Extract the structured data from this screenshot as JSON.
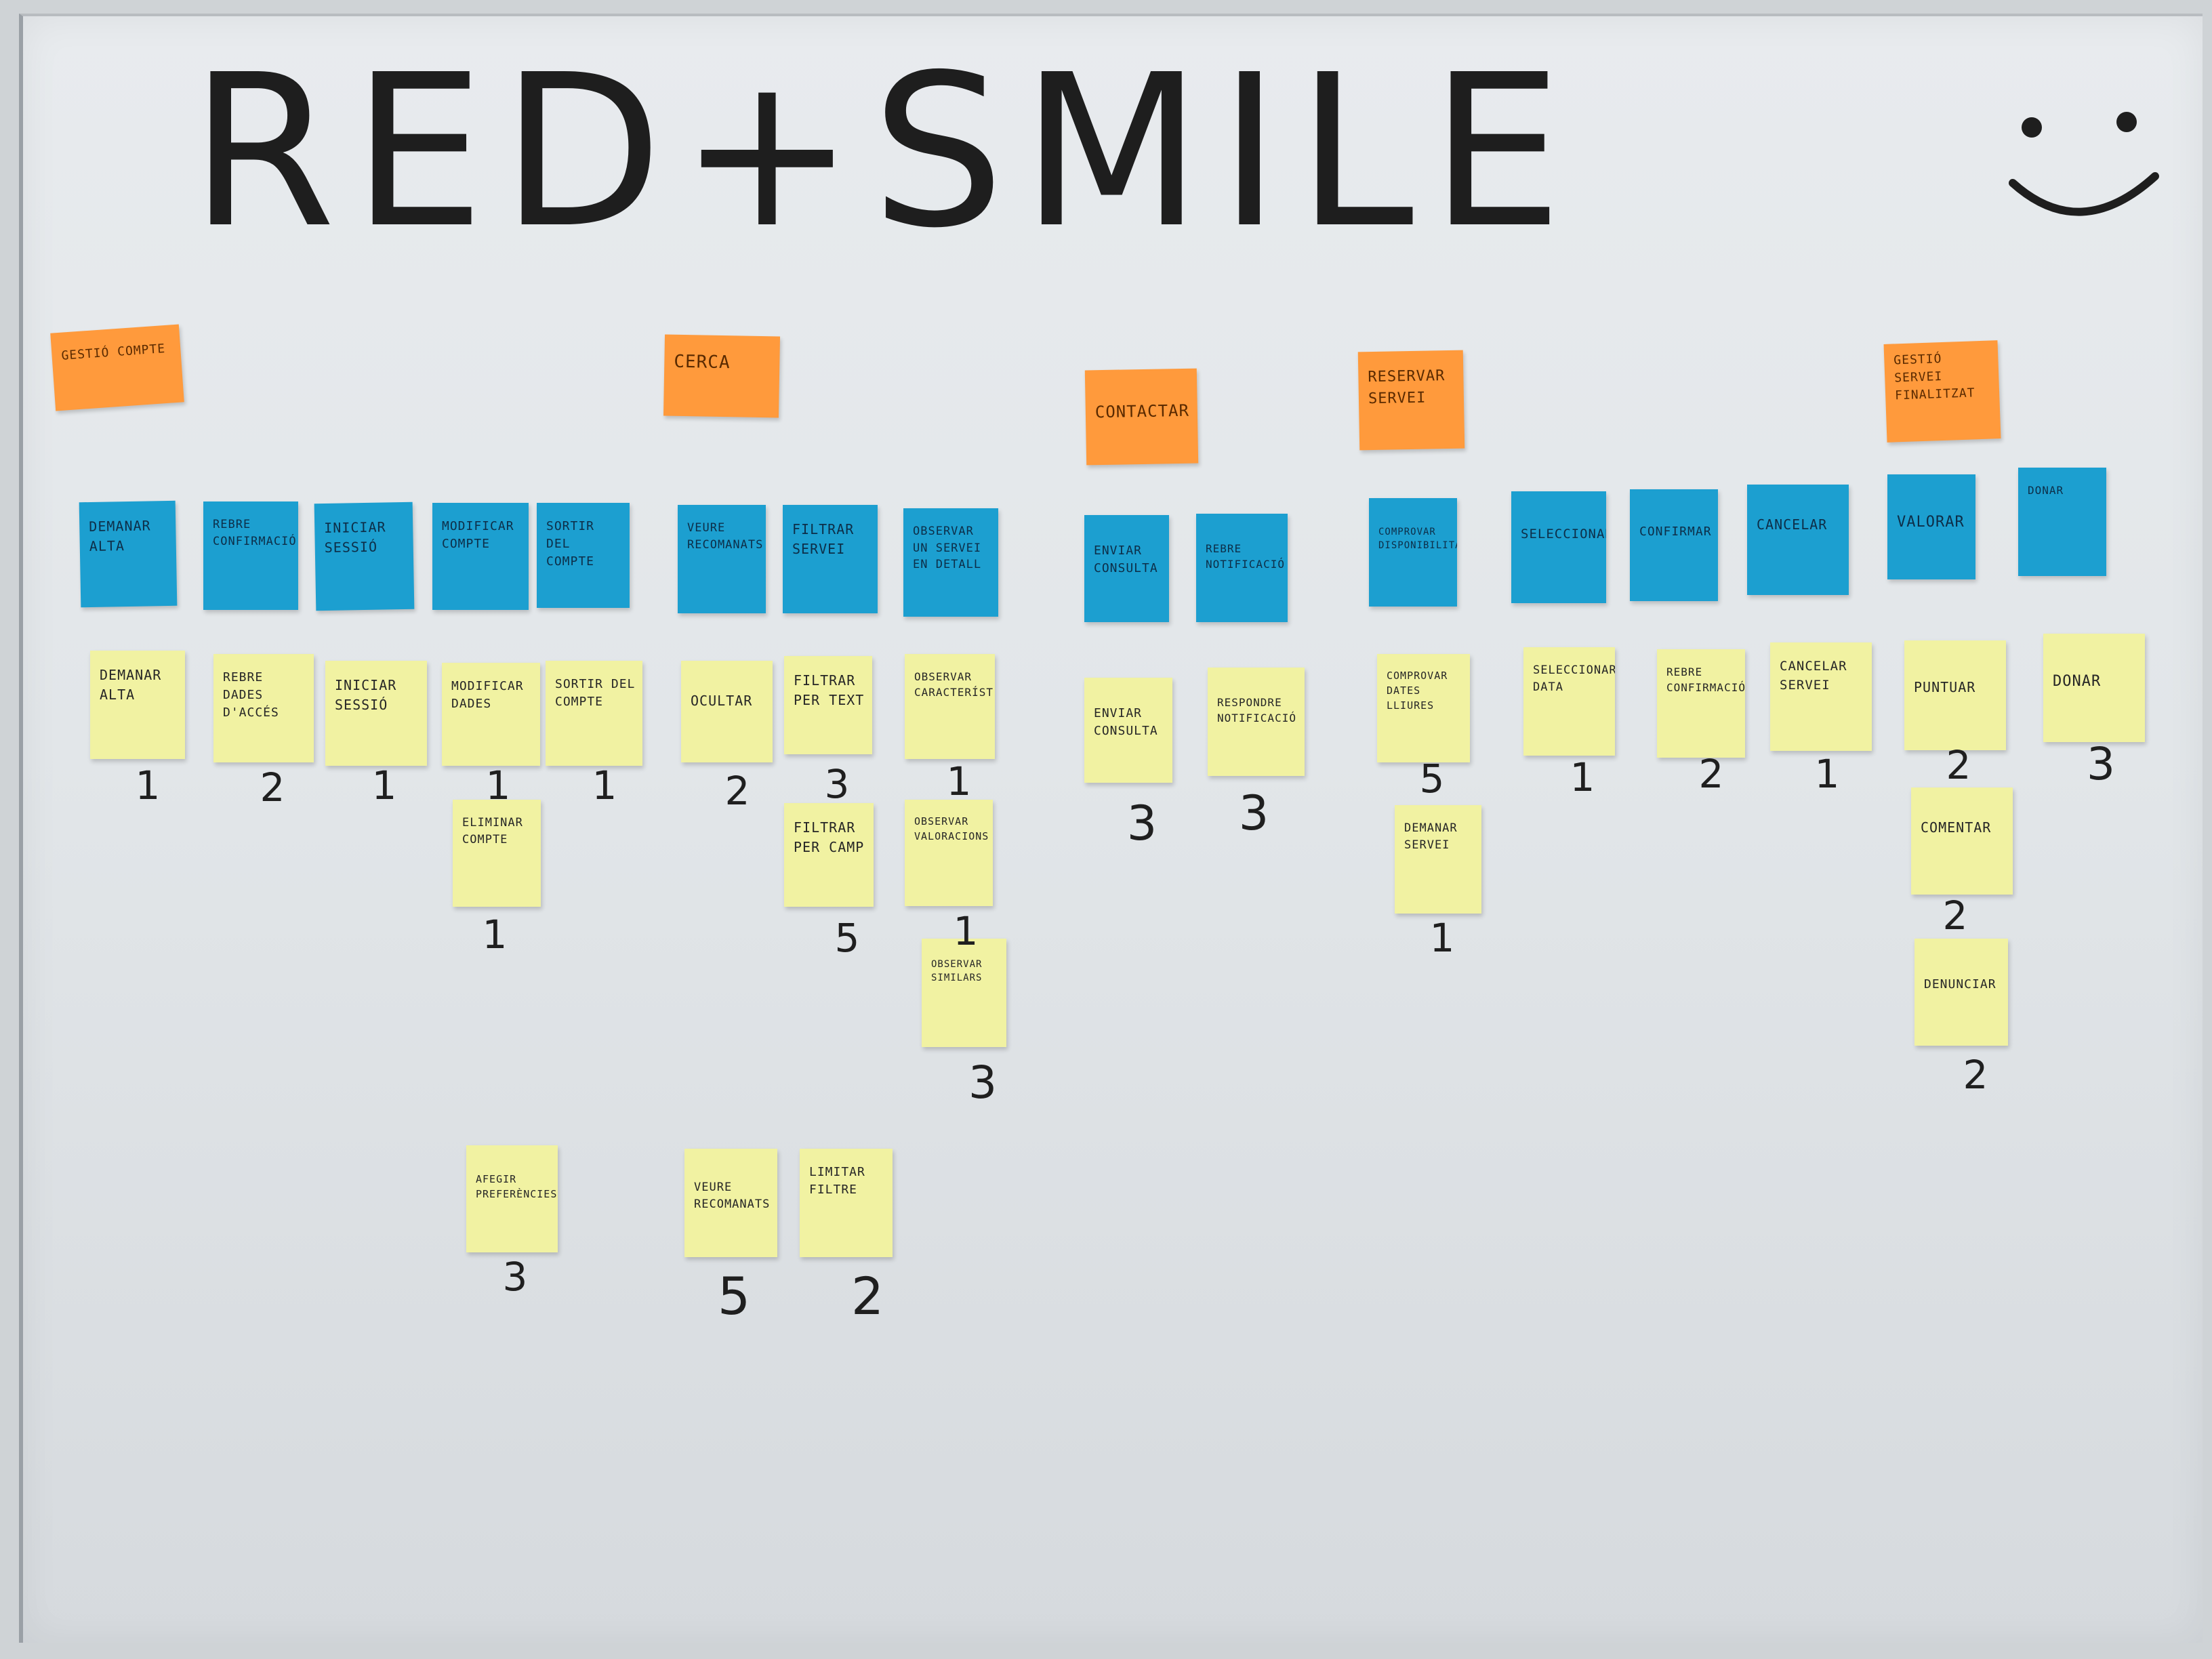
{
  "title": "RED+SMILE",
  "smiley_icon": "smiley-face-icon",
  "categories": [
    "GESTIÓ COMPTE",
    "CERCA",
    "CONTACTAR",
    "RESERVAR SERVEI",
    "GESTIÓ SERVEI FINALITZAT"
  ],
  "activities": [
    "DEMANAR ALTA",
    "REBRE CONFIRMACIÓ",
    "INICIAR SESSIÓ",
    "MODIFICAR COMPTE",
    "SORTIR DEL COMPTE",
    "VEURE RECOMANATS",
    "FILTRAR SERVEI",
    "OBSERVAR UN SERVEI EN DETALL",
    "ENVIAR CONSULTA",
    "REBRE NOTIFICACIÓ",
    "COMPROVAR DISPONIBILITAT",
    "SELECCIONAR",
    "CONFIRMAR",
    "CANCELAR",
    "VALORAR",
    "DONAR"
  ],
  "tasks": [
    {
      "label": "DEMANAR ALTA",
      "priority": "1"
    },
    {
      "label": "REBRE DADES D'ACCÉS",
      "priority": "2"
    },
    {
      "label": "INICIAR SESSIÓ",
      "priority": "1"
    },
    {
      "label": "MODIFICAR DADES",
      "priority": "1"
    },
    {
      "label": "SORTIR DEL COMPTE",
      "priority": "1"
    },
    {
      "label": "OCULTAR",
      "priority": "2"
    },
    {
      "label": "FILTRAR PER TEXT",
      "priority": "3"
    },
    {
      "label": "OBSERVAR CARACTERÍST.",
      "priority": "1"
    },
    {
      "label": "ENVIAR CONSULTA",
      "priority": "3"
    },
    {
      "label": "RESPONDRE NOTIFICACIÓ",
      "priority": "3"
    },
    {
      "label": "COMPROVAR DATES LLIURES",
      "priority": "5"
    },
    {
      "label": "SELECCIONAR DATA",
      "priority": "1"
    },
    {
      "label": "REBRE CONFIRMACIÓ",
      "priority": "2"
    },
    {
      "label": "CANCELAR SERVEI",
      "priority": "1"
    },
    {
      "label": "PUNTUAR",
      "priority": "2"
    },
    {
      "label": "DONAR",
      "priority": "3"
    },
    {
      "label": "ELIMINAR COMPTE",
      "priority": "1"
    },
    {
      "label": "FILTRAR PER CAMP",
      "priority": "5"
    },
    {
      "label": "OBSERVAR VALORACIONS",
      "priority": "1"
    },
    {
      "label": "DEMANAR SERVEI",
      "priority": "1"
    },
    {
      "label": "COMENTAR",
      "priority": "2"
    },
    {
      "label": "OBSERVAR SIMILARS",
      "priority": "3"
    },
    {
      "label": "DENUNCIAR",
      "priority": "2"
    },
    {
      "label": "AFEGIR PREFERÈNCIES",
      "priority": "3"
    },
    {
      "label": "VEURE RECOMANATS",
      "priority": "5"
    },
    {
      "label": "LIMITAR FILTRE",
      "priority": "2"
    }
  ]
}
